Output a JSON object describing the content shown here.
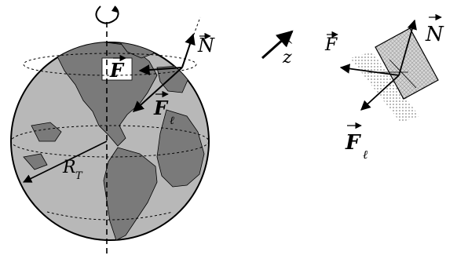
{
  "labels": {
    "normal_globe": "N",
    "force_globe": "F",
    "force_l_globe": "F",
    "force_l_sub_globe": "ℓ",
    "radius": "R",
    "radius_sub": "T",
    "z_axis": "z",
    "force_block": "F",
    "normal_block": "N",
    "force_l_block": "F",
    "force_l_sub_block": "ℓ"
  },
  "colors": {
    "ocean": "#b8b8b8",
    "land": "#7a7a7a",
    "outline": "#000000",
    "block_fill": "#d6d6d6",
    "ground_dots": "#8a8a8a"
  },
  "icons": {
    "rotation": "rotation-arrow-icon"
  }
}
